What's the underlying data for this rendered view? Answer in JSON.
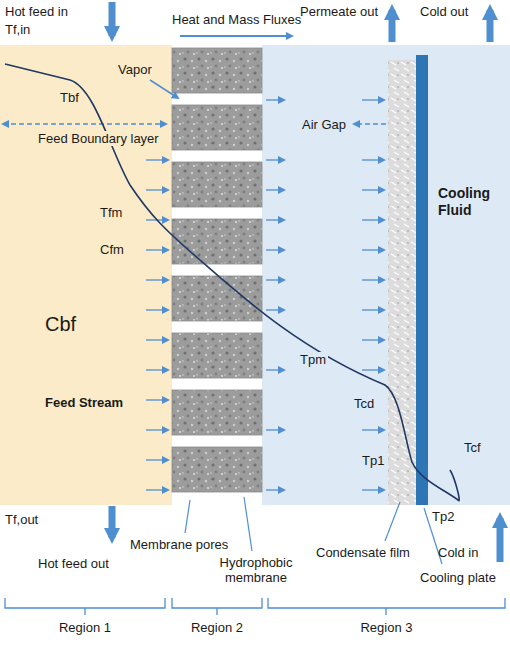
{
  "diagram": {
    "nodes": [
      {
        "text": [
          "Feed Stream"
        ]
      },
      {
        "text": [
          "Cooling Fluid"
        ]
      }
    ],
    "labels": [
      "Hot feed in",
      "Tf,in",
      "Heat and Mass Fluxes",
      "Permeate out",
      "Cold out",
      "Vapor",
      "Tbf",
      "Feed Boundary layer",
      "Air Gap",
      "Tfm",
      "Cfm",
      "Cbf",
      "Tpm",
      "Tcd",
      "Tp1",
      "Tcf",
      "Tp2",
      "Tf,out",
      "Hot feed out",
      "Membrane pores",
      "Hydrophobic membrane",
      "Condensate film",
      "Cooling plate",
      "Cold in",
      "Region 1",
      "Region 2",
      "Region 3"
    ]
  }
}
